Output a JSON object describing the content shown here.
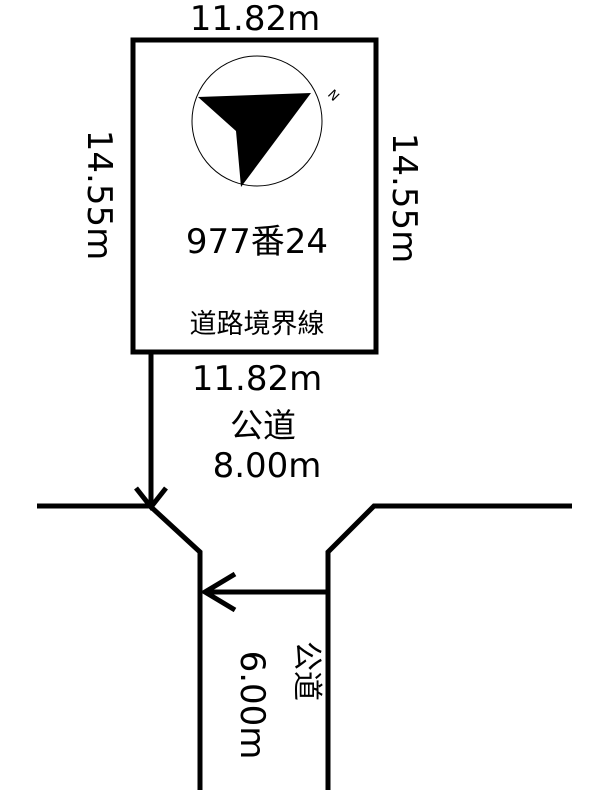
{
  "lot": {
    "number": "977番24",
    "top_width": "11.82m",
    "bottom_width": "11.82m",
    "left_depth": "14.55m",
    "right_depth": "14.55m",
    "boundary_label": "道路境界線"
  },
  "compass": {
    "north_label": "N",
    "icon": "north-arrow-icon"
  },
  "roads": {
    "main": {
      "name": "公道",
      "width": "8.00m"
    },
    "side": {
      "name": "公道",
      "width": "6.00m"
    }
  },
  "colors": {
    "line": "#000000",
    "background": "#ffffff"
  }
}
